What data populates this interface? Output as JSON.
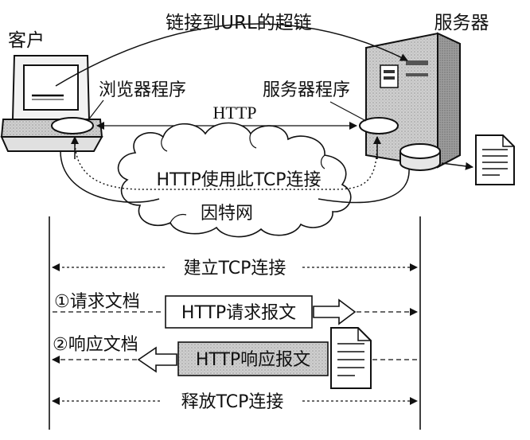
{
  "labels": {
    "client": "客户",
    "server": "服务器",
    "hyperlink": "链接到URL的超链",
    "browser": "浏览器程序",
    "server_program": "服务器程序",
    "http": "HTTP",
    "tcp_connection": "HTTP使用此TCP连接",
    "internet": "因特网"
  },
  "timeline": {
    "establish": "建立TCP连接",
    "request_doc": "①请求文档",
    "request_msg": "HTTP请求报文",
    "response_doc": "②响应文档",
    "response_msg": "HTTP响应报文",
    "release": "释放TCP连接"
  },
  "icons": [
    "computer-icon",
    "server-tower-icon",
    "database-disk-icon",
    "document-icon",
    "cloud-icon",
    "arrow-right-icon",
    "arrow-left-icon"
  ]
}
